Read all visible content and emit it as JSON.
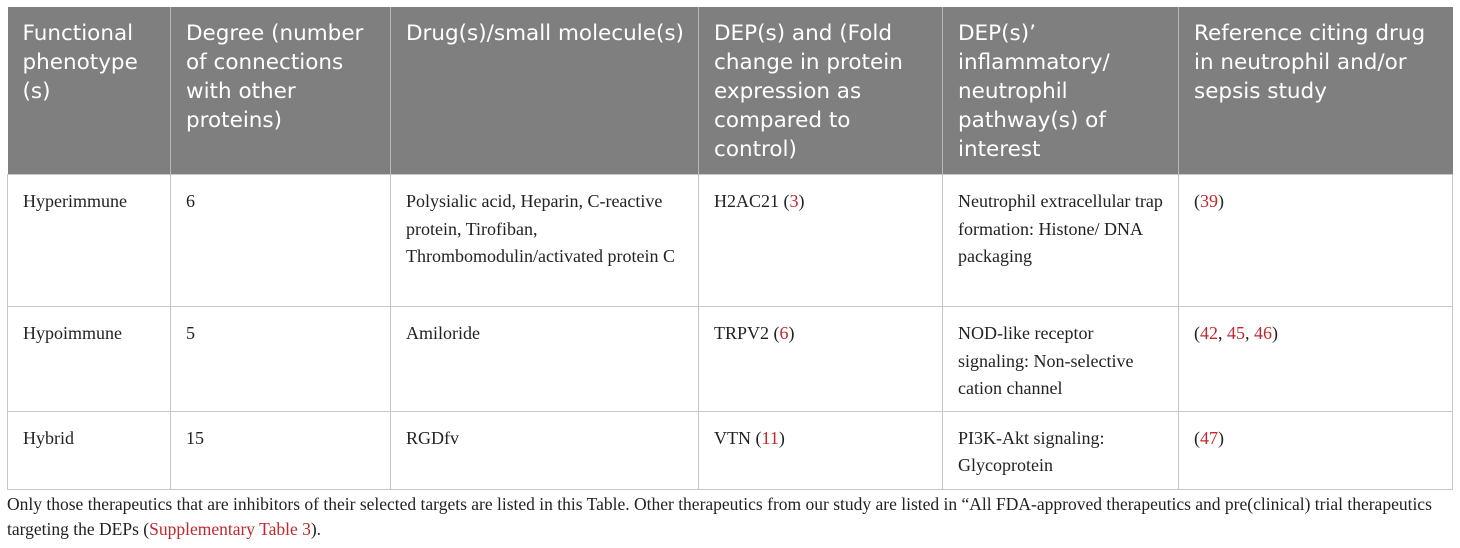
{
  "columns": [
    "Functional phenotype (s)",
    "Degree (number of connections with other proteins)",
    "Drug(s)/small molecule(s)",
    "DEP(s) and (Fold change in protein expression as compared to control)",
    "DEP(s)’ inflammatory/ neutrophil pathway(s) of interest",
    "Reference citing drug in neutrophil and/or sepsis study"
  ],
  "rows": [
    {
      "phenotype": "Hyperimmune",
      "degree": "6",
      "drugs": "Polysialic acid, Heparin, C-reactive protein, Tirofiban, Thrombomodulin/activated protein C",
      "dep_name": "H2AC21",
      "dep_fold": "3",
      "pathway": "Neutrophil extracellular trap formation: Histone/ DNA packaging",
      "refs": [
        "39"
      ]
    },
    {
      "phenotype": "Hypoimmune",
      "degree": "5",
      "drugs": "Amiloride",
      "dep_name": "TRPV2",
      "dep_fold": "6",
      "pathway": "NOD-like receptor signaling: Non-selective cation channel",
      "refs": [
        "42",
        "45",
        "46"
      ]
    },
    {
      "phenotype": "Hybrid",
      "degree": "15",
      "drugs": "RGDfv",
      "dep_name": "VTN",
      "dep_fold": "11",
      "pathway": "PI3K-Akt signaling: Glycoprotein",
      "refs": [
        "47"
      ]
    }
  ],
  "footnote": {
    "text": "Only those therapeutics that are inhibitors of their selected targets are listed in this Table. Other therapeutics from our study are listed in “All FDA-approved therapeutics and pre(clinical) trial therapeutics targeting the DEPs (",
    "link": "Supplementary Table 3",
    "end": ")."
  },
  "colors": {
    "header_bg": "#7f7f7f",
    "header_text": "#ffffff",
    "reference_link": "#c0282d",
    "grid_line": "#c7c7c7"
  }
}
